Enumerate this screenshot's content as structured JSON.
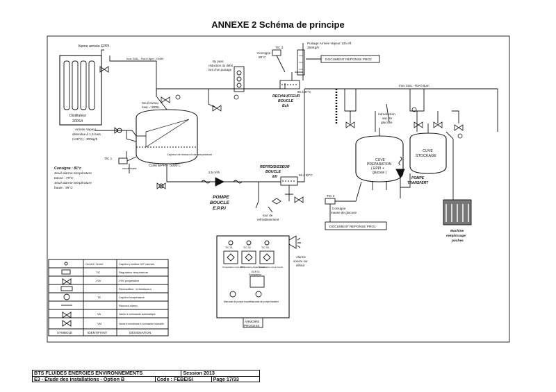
{
  "title": "ANNEXE 2 Schéma de principe",
  "labels": {
    "vanne_eppi": "Vanne arrivée EPPI",
    "inox_top": "Inox 316L - Ra<0,6µm - DN50",
    "distillateur": "Distillateur",
    "distillateur_code": "200S4",
    "arrivee_vapeur_1": "Arrivée Vapeur",
    "arrivee_vapeur_2": "détendue à 1,5 bars",
    "arrivee_vapeur_3": "(128°C) - 300kg/h",
    "seuil_niveau_1": "Seuil niveau",
    "seuil_niveau_2": "haut = 3000L",
    "capteur_niveau": "Capteur de niveau et de température",
    "cuve_eppi": "Cuve EPPI - 5000 L",
    "tic1": "TIC 1",
    "consigne_81": "Consigne : 81°c",
    "seuil_bas_1": "Seuil alarme température",
    "seuil_bas_2": "basse : 79°C",
    "seuil_haut_1": "Seuil alarme température",
    "seuil_haut_2": "haute : 95°C",
    "condensats": "condensats",
    "bypass_1": "By pass",
    "bypass_2": "réduction du débit",
    "bypass_3": "lors d'un puisage",
    "consigne_tic3_1": "Consigne",
    "consigne_tic3_2": "85°C",
    "tic3": "TIC 3",
    "puisage_1": "Puisage Arrivée Vapeur 12b eff.",
    "puisage_2": "250Kg/h",
    "doc_pro2": "DOCUMENT REPONSE PRO2",
    "rechauffeur_1": "RECHAUFFEUR",
    "rechauffeur_2": "BOUCLE",
    "rechauffeur_3": "Ech",
    "temp_85": "85 à 87°C",
    "inox_right": "Inox 316L - Ra<0,6µm",
    "introduction_1": "introduction",
    "introduction_2": "sac de",
    "introduction_3": "glucose",
    "cuve_prep_1": "CUVE",
    "cuve_prep_2": "PREPARATION",
    "cuve_prep_3": "( EPPI +",
    "cuve_prep_4": "glucose )",
    "cuve_stock_1": "CUVE",
    "cuve_stock_2": "STOCKAGE",
    "pompe_transfert_1": "POMPE",
    "pompe_transfert_2": "TRANSFERT",
    "debit_pompe": "2,5 m³/h",
    "pompe_boucle_1": "POMPE",
    "pompe_boucle_2": "BOUCLE",
    "pompe_boucle_3": "E.P.P.I",
    "refroid_1": "REFROIDISSEUR",
    "refroid_2": "BOUCLE",
    "refroid_3": "Efr",
    "temp_65": "65 à 69°C",
    "tour_1": "tour de",
    "tour_2": "refroidissement",
    "tic2": "TIC 2",
    "consigne_masse_1": "Consigne",
    "consigne_masse_2": "masse de glucose",
    "doc_pro1": "DOCUMENT REPONSE PRO1",
    "machine_1": "Machine",
    "machine_2": "remplissage",
    "machine_3": "poches",
    "alarme_1": "Alarme",
    "alarme_2": "sonore sur",
    "alarme_3": "défaut",
    "armoire_1": "ARMOIRE",
    "armoire_2": "PROCESS",
    "panel_tic01": "TIC 01",
    "panel_tic02": "TIC 02",
    "panel_tic03": "TIC 03",
    "panel_sub1": "Température cuve EPPI",
    "panel_sub2": "Température départ boucle",
    "panel_sub3": "Température retour boucle",
    "panel_enreg_1": "EDR 01",
    "panel_enreg_2": "Enregistreur",
    "panel_mano1": "Manostat de pompe boucle",
    "panel_mano2": "Manostat de pompe transfert"
  },
  "legend": {
    "headers": [
      "SYMBOLE",
      "IDENTIFIANT",
      "DÉSIGNATION"
    ],
    "rows": [
      {
        "id": "Ouvert / fermé",
        "desc": "Capteur position O/F vannes"
      },
      {
        "id": "TIC",
        "desc": "Régulateur température"
      },
      {
        "id": "V3V",
        "desc": "V3V progressive"
      },
      {
        "id": "",
        "desc": "Réchauffeur / refroidisseur"
      },
      {
        "id": "TE",
        "desc": "Capteur température"
      },
      {
        "id": "",
        "desc": "Raccord clamp"
      },
      {
        "id": "VA",
        "desc": "Vanne à commande automatique"
      },
      {
        "id": "VM",
        "desc": "Vanne à membrane à commande manuelle"
      }
    ]
  },
  "footer": {
    "org": "BTS FLUIDES ÉNERGIES ENVIRONNEMENTS",
    "session": "Session 2013",
    "epreuve": "E3 - Étude des installations - Option B",
    "code": "Code : FEBEISI",
    "page": "Page 17/33"
  }
}
